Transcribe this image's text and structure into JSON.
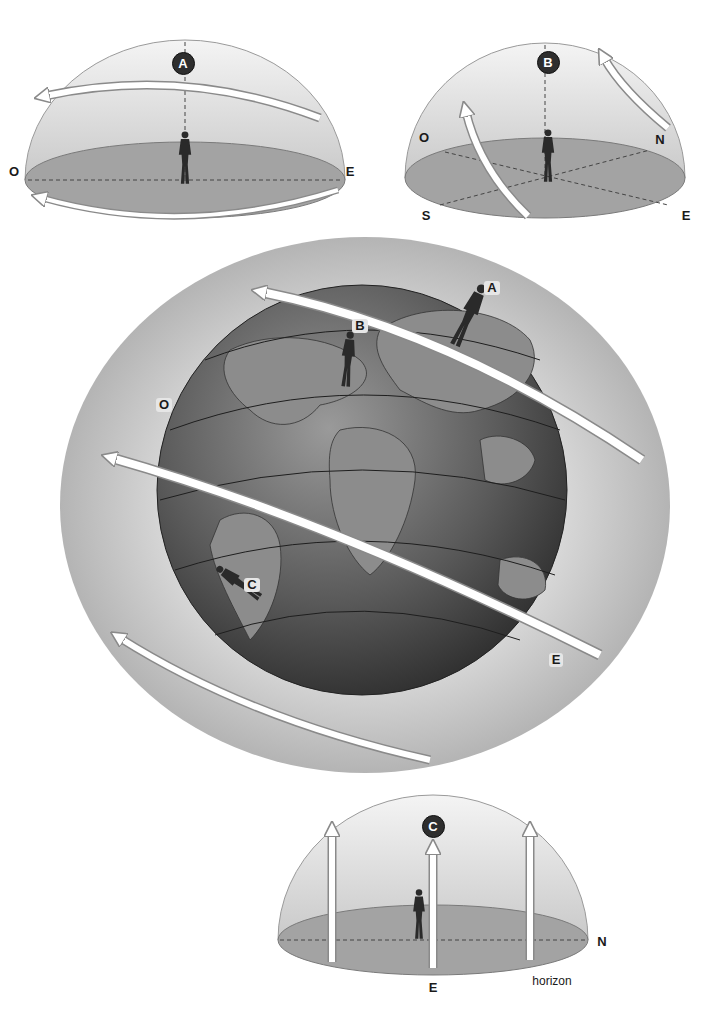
{
  "diagram": {
    "nodes": [
      {
        "text": [
          "A"
        ]
      },
      {
        "text": [
          "B"
        ]
      },
      {
        "text": [
          "C"
        ]
      }
    ],
    "labels": [
      "O",
      "E",
      "O",
      "N",
      "S",
      "E",
      "A",
      "B",
      "O",
      "C",
      "E",
      "E",
      "N",
      "horizon"
    ]
  }
}
